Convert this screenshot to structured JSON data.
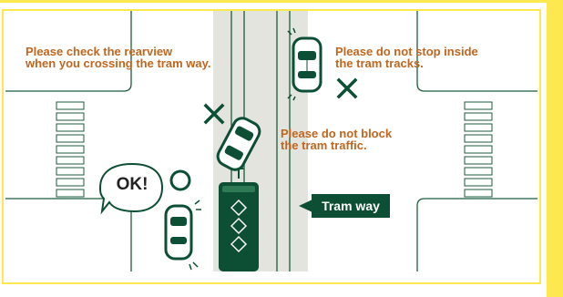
{
  "captions": {
    "rearview": [
      "Please check the rearview",
      "when you crossing the tram way."
    ],
    "no_stop": [
      "Please do not stop inside",
      "the tram tracks."
    ],
    "no_block": [
      "Please do not block",
      "the tram traffic."
    ]
  },
  "labels": {
    "ok": "OK!",
    "tram_way": "Tram way"
  },
  "colors": {
    "caption": "#c0661e",
    "tram": "#0c4f34",
    "track_bed": "#e3e4de",
    "road_lines": "#1b5e3c",
    "frame": "#fde84f",
    "marks": "#0c4f34"
  },
  "icons": [
    "ok-circle-icon",
    "cross-mark-icon",
    "up-arrow-icon",
    "speech-bubble-icon"
  ]
}
